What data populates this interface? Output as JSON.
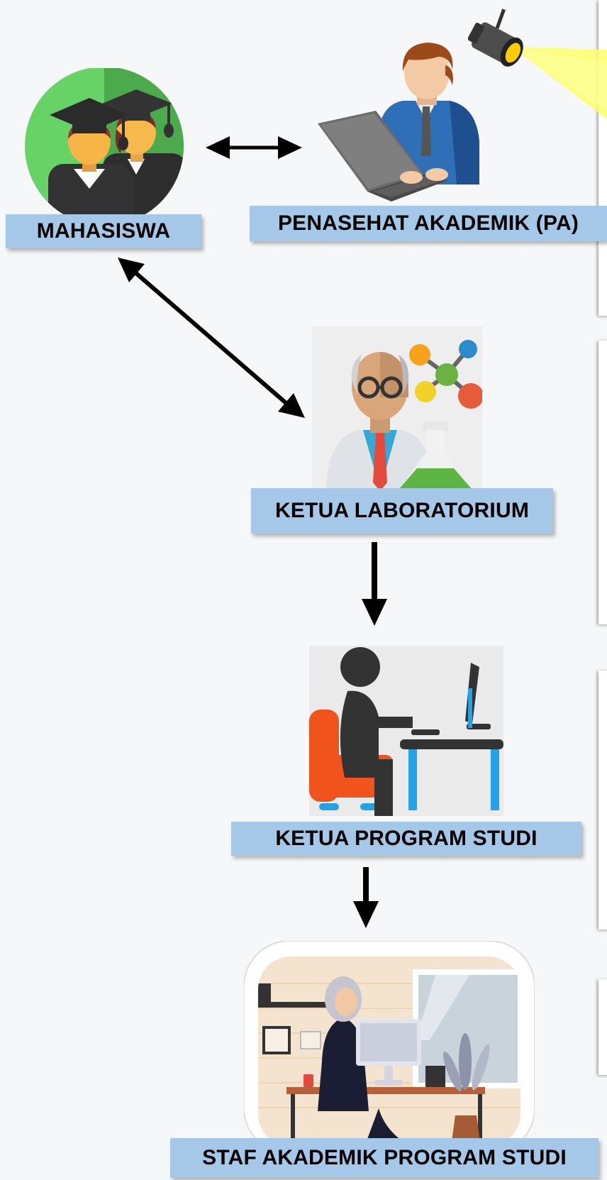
{
  "diagram": {
    "nodes": {
      "mahasiswa": {
        "label": "MAHASISWA",
        "icon": "graduates-icon"
      },
      "penasehat": {
        "label": "PENASEHAT AKADEMIK (PA)",
        "icon": "man-with-laptop-icon"
      },
      "lab": {
        "label": "KETUA LABORATORIUM",
        "icon": "scientist-icon"
      },
      "prodi": {
        "label": "KETUA PROGRAM STUDI",
        "icon": "person-at-desk-icon"
      },
      "staf": {
        "label": "STAF AKADEMIK PROGRAM STUDI",
        "icon": "office-woman-icon"
      }
    },
    "edges": [
      {
        "from": "mahasiswa",
        "to": "penasehat",
        "direction": "both"
      },
      {
        "from": "mahasiswa",
        "to": "lab",
        "direction": "both"
      },
      {
        "from": "lab",
        "to": "prodi",
        "direction": "forward"
      },
      {
        "from": "prodi",
        "to": "staf",
        "direction": "forward"
      }
    ],
    "colors": {
      "label_bg": "#a6c8e8",
      "arrow": "#000000",
      "page_bg": "#f6f7f8"
    }
  }
}
